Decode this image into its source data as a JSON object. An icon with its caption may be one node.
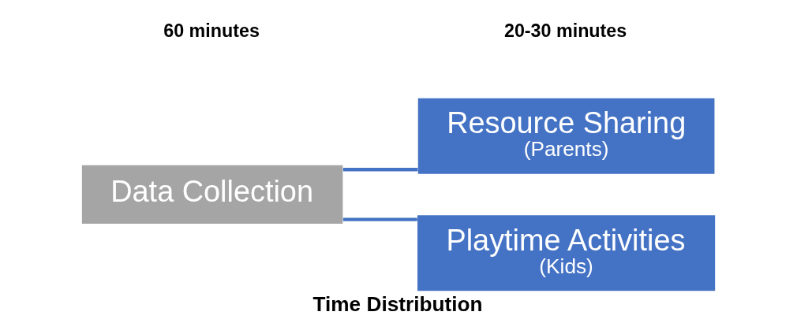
{
  "diagram": {
    "caption": "Time Distribution",
    "nodes": [
      {
        "text": [
          "Data Collection"
        ]
      },
      {
        "text": [
          "Resource Sharing",
          "(Parents)"
        ]
      },
      {
        "text": [
          "Playtime Activities",
          "(Kids)"
        ]
      }
    ],
    "edges": [
      {
        "from": 0,
        "to": 1,
        "arrow": "none"
      },
      {
        "from": 0,
        "to": 2,
        "arrow": "none"
      }
    ],
    "labels": [
      "60 minutes",
      "20-30 minutes"
    ]
  }
}
